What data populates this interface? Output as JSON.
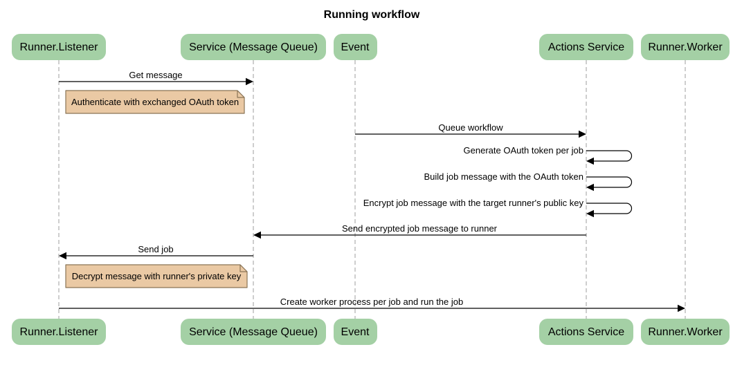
{
  "title": "Running workflow",
  "actors": [
    {
      "name": "Runner.Listener"
    },
    {
      "name": "Service (Message Queue)"
    },
    {
      "name": "Event"
    },
    {
      "name": "Actions Service"
    },
    {
      "name": "Runner.Worker"
    }
  ],
  "messages": [
    {
      "label": "Get message",
      "from": "Runner.Listener",
      "to": "Service (Message Queue)",
      "self": false
    },
    {
      "label": "Queue workflow",
      "from": "Event",
      "to": "Actions Service",
      "self": false
    },
    {
      "label": "Generate OAuth token per job",
      "from": "Actions Service",
      "to": "Actions Service",
      "self": true
    },
    {
      "label": "Build job message with the OAuth token",
      "from": "Actions Service",
      "to": "Actions Service",
      "self": true
    },
    {
      "label": "Encrypt job message with the target runner's public key",
      "from": "Actions Service",
      "to": "Actions Service",
      "self": true
    },
    {
      "label": "Send encrypted job message to runner",
      "from": "Actions Service",
      "to": "Service (Message Queue)",
      "self": false
    },
    {
      "label": "Send job",
      "from": "Service (Message Queue)",
      "to": "Runner.Listener",
      "self": false
    },
    {
      "label": "Create worker process per job and run the job",
      "from": "Runner.Listener",
      "to": "Runner.Worker",
      "self": false
    }
  ],
  "notes": [
    {
      "text": "Authenticate with exchanged OAuth token",
      "over": "Runner.Listener"
    },
    {
      "text": "Decrypt message with runner's private key",
      "over": "Runner.Listener"
    }
  ],
  "colors": {
    "actor_fill": "#a4d0a5",
    "note_fill": "#eac9a4",
    "note_border": "#8a7456",
    "lifeline": "#9e9e9e",
    "arrow": "#000000",
    "text": "#000000",
    "background": "#ffffff"
  }
}
